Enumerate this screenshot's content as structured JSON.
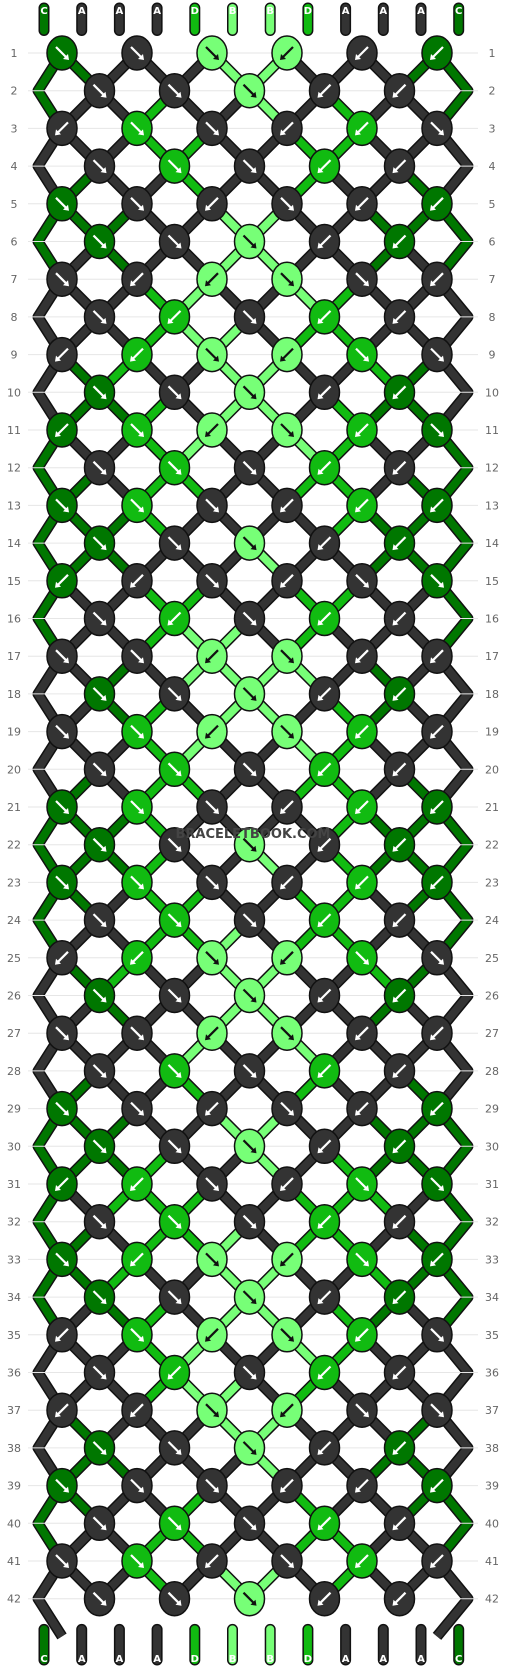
{
  "colors": {
    "A": "#333333",
    "B": "#77ff77",
    "C": "#007700",
    "D": "#11bb11"
  },
  "watermark": "BRACELETBOOK.COM",
  "top_strands": [
    "C",
    "A",
    "A",
    "A",
    "D",
    "B",
    "B",
    "D",
    "A",
    "A",
    "A",
    "C"
  ],
  "bottom_strands": [
    "C",
    "A",
    "A",
    "A",
    "D",
    "B",
    "B",
    "D",
    "A",
    "A",
    "A",
    "C"
  ],
  "row_numbers": [
    1,
    2,
    3,
    4,
    5,
    6,
    7,
    8,
    9,
    10,
    11,
    12,
    13,
    14,
    15,
    16,
    17,
    18,
    19,
    20,
    21,
    22,
    23,
    24,
    25,
    26,
    27,
    28,
    29,
    30,
    31,
    32,
    33,
    34,
    35,
    36,
    37,
    38,
    39,
    40,
    41,
    42
  ],
  "knot_rows": [
    {
      "row": 1,
      "knots": [
        {
          "c": "C",
          "d": "se"
        },
        {
          "c": "A",
          "d": "se"
        },
        {
          "c": "B",
          "d": "se"
        },
        {
          "c": "B",
          "d": "sw"
        },
        {
          "c": "A",
          "d": "sw"
        },
        {
          "c": "C",
          "d": "sw"
        }
      ]
    },
    {
      "row": 2,
      "knots": [
        {
          "c": "A",
          "d": "se"
        },
        {
          "c": "A",
          "d": "se"
        },
        {
          "c": "B",
          "d": "se"
        },
        {
          "c": "A",
          "d": "sw"
        },
        {
          "c": "A",
          "d": "sw"
        }
      ]
    },
    {
      "row": 3,
      "knots": [
        {
          "c": "A",
          "d": "sw"
        },
        {
          "c": "D",
          "d": "se"
        },
        {
          "c": "A",
          "d": "se"
        },
        {
          "c": "A",
          "d": "sw"
        },
        {
          "c": "D",
          "d": "sw"
        },
        {
          "c": "A",
          "d": "se"
        }
      ]
    },
    {
      "row": 4,
      "knots": [
        {
          "c": "A",
          "d": "se"
        },
        {
          "c": "D",
          "d": "se"
        },
        {
          "c": "A",
          "d": "se"
        },
        {
          "c": "D",
          "d": "sw"
        },
        {
          "c": "A",
          "d": "sw"
        }
      ]
    },
    {
      "row": 5,
      "knots": [
        {
          "c": "C",
          "d": "se"
        },
        {
          "c": "A",
          "d": "se"
        },
        {
          "c": "A",
          "d": "sw"
        },
        {
          "c": "A",
          "d": "se"
        },
        {
          "c": "A",
          "d": "sw"
        },
        {
          "c": "C",
          "d": "sw"
        }
      ]
    },
    {
      "row": 6,
      "knots": [
        {
          "c": "C",
          "d": "se"
        },
        {
          "c": "A",
          "d": "se"
        },
        {
          "c": "B",
          "d": "se"
        },
        {
          "c": "A",
          "d": "sw"
        },
        {
          "c": "C",
          "d": "sw"
        }
      ]
    },
    {
      "row": 7,
      "knots": [
        {
          "c": "A",
          "d": "se"
        },
        {
          "c": "A",
          "d": "sw"
        },
        {
          "c": "B",
          "d": "sw"
        },
        {
          "c": "B",
          "d": "se"
        },
        {
          "c": "A",
          "d": "se"
        },
        {
          "c": "A",
          "d": "sw"
        }
      ]
    },
    {
      "row": 8,
      "knots": [
        {
          "c": "A",
          "d": "se"
        },
        {
          "c": "D",
          "d": "sw"
        },
        {
          "c": "A",
          "d": "se"
        },
        {
          "c": "D",
          "d": "sw"
        },
        {
          "c": "A",
          "d": "sw"
        }
      ]
    },
    {
      "row": 9,
      "knots": [
        {
          "c": "A",
          "d": "sw"
        },
        {
          "c": "D",
          "d": "sw"
        },
        {
          "c": "B",
          "d": "se"
        },
        {
          "c": "B",
          "d": "sw"
        },
        {
          "c": "D",
          "d": "se"
        },
        {
          "c": "A",
          "d": "se"
        }
      ]
    },
    {
      "row": 10,
      "knots": [
        {
          "c": "C",
          "d": "se"
        },
        {
          "c": "A",
          "d": "se"
        },
        {
          "c": "B",
          "d": "se"
        },
        {
          "c": "A",
          "d": "sw"
        },
        {
          "c": "C",
          "d": "sw"
        }
      ]
    },
    {
      "row": 11,
      "knots": [
        {
          "c": "C",
          "d": "sw"
        },
        {
          "c": "D",
          "d": "se"
        },
        {
          "c": "B",
          "d": "sw"
        },
        {
          "c": "B",
          "d": "se"
        },
        {
          "c": "D",
          "d": "sw"
        },
        {
          "c": "C",
          "d": "se"
        }
      ]
    },
    {
      "row": 12,
      "knots": [
        {
          "c": "A",
          "d": "se"
        },
        {
          "c": "D",
          "d": "se"
        },
        {
          "c": "A",
          "d": "se"
        },
        {
          "c": "D",
          "d": "sw"
        },
        {
          "c": "A",
          "d": "sw"
        }
      ]
    },
    {
      "row": 13,
      "knots": [
        {
          "c": "C",
          "d": "se"
        },
        {
          "c": "D",
          "d": "se"
        },
        {
          "c": "A",
          "d": "se"
        },
        {
          "c": "A",
          "d": "sw"
        },
        {
          "c": "D",
          "d": "sw"
        },
        {
          "c": "C",
          "d": "sw"
        }
      ]
    },
    {
      "row": 14,
      "knots": [
        {
          "c": "C",
          "d": "se"
        },
        {
          "c": "A",
          "d": "se"
        },
        {
          "c": "B",
          "d": "se"
        },
        {
          "c": "A",
          "d": "sw"
        },
        {
          "c": "C",
          "d": "sw"
        }
      ]
    },
    {
      "row": 15,
      "knots": [
        {
          "c": "C",
          "d": "sw"
        },
        {
          "c": "A",
          "d": "sw"
        },
        {
          "c": "A",
          "d": "se"
        },
        {
          "c": "A",
          "d": "sw"
        },
        {
          "c": "A",
          "d": "se"
        },
        {
          "c": "C",
          "d": "se"
        }
      ]
    },
    {
      "row": 16,
      "knots": [
        {
          "c": "A",
          "d": "se"
        },
        {
          "c": "D",
          "d": "sw"
        },
        {
          "c": "A",
          "d": "se"
        },
        {
          "c": "D",
          "d": "sw"
        },
        {
          "c": "A",
          "d": "sw"
        }
      ]
    },
    {
      "row": 17,
      "knots": [
        {
          "c": "A",
          "d": "se"
        },
        {
          "c": "A",
          "d": "se"
        },
        {
          "c": "B",
          "d": "sw"
        },
        {
          "c": "B",
          "d": "se"
        },
        {
          "c": "A",
          "d": "sw"
        },
        {
          "c": "A",
          "d": "sw"
        }
      ]
    },
    {
      "row": 18,
      "knots": [
        {
          "c": "C",
          "d": "se"
        },
        {
          "c": "A",
          "d": "se"
        },
        {
          "c": "B",
          "d": "se"
        },
        {
          "c": "A",
          "d": "sw"
        },
        {
          "c": "C",
          "d": "sw"
        }
      ]
    },
    {
      "row": 19,
      "knots": [
        {
          "c": "A",
          "d": "se"
        },
        {
          "c": "D",
          "d": "se"
        },
        {
          "c": "B",
          "d": "sw"
        },
        {
          "c": "B",
          "d": "se"
        },
        {
          "c": "D",
          "d": "sw"
        },
        {
          "c": "A",
          "d": "sw"
        }
      ]
    },
    {
      "row": 20,
      "knots": [
        {
          "c": "A",
          "d": "se"
        },
        {
          "c": "D",
          "d": "se"
        },
        {
          "c": "A",
          "d": "se"
        },
        {
          "c": "D",
          "d": "sw"
        },
        {
          "c": "A",
          "d": "sw"
        }
      ]
    },
    {
      "row": 21,
      "knots": [
        {
          "c": "C",
          "d": "se"
        },
        {
          "c": "D",
          "d": "se"
        },
        {
          "c": "A",
          "d": "se"
        },
        {
          "c": "A",
          "d": "sw"
        },
        {
          "c": "D",
          "d": "sw"
        },
        {
          "c": "C",
          "d": "sw"
        }
      ]
    },
    {
      "row": 22,
      "knots": [
        {
          "c": "C",
          "d": "se"
        },
        {
          "c": "A",
          "d": "se"
        },
        {
          "c": "B",
          "d": "se"
        },
        {
          "c": "A",
          "d": "sw"
        },
        {
          "c": "C",
          "d": "sw"
        }
      ]
    },
    {
      "row": 23,
      "knots": [
        {
          "c": "C",
          "d": "se"
        },
        {
          "c": "D",
          "d": "se"
        },
        {
          "c": "A",
          "d": "se"
        },
        {
          "c": "A",
          "d": "sw"
        },
        {
          "c": "D",
          "d": "sw"
        },
        {
          "c": "C",
          "d": "sw"
        }
      ]
    },
    {
      "row": 24,
      "knots": [
        {
          "c": "A",
          "d": "se"
        },
        {
          "c": "D",
          "d": "se"
        },
        {
          "c": "A",
          "d": "se"
        },
        {
          "c": "D",
          "d": "sw"
        },
        {
          "c": "A",
          "d": "sw"
        }
      ]
    },
    {
      "row": 25,
      "knots": [
        {
          "c": "A",
          "d": "sw"
        },
        {
          "c": "D",
          "d": "sw"
        },
        {
          "c": "B",
          "d": "se"
        },
        {
          "c": "B",
          "d": "sw"
        },
        {
          "c": "D",
          "d": "se"
        },
        {
          "c": "A",
          "d": "se"
        }
      ]
    },
    {
      "row": 26,
      "knots": [
        {
          "c": "C",
          "d": "se"
        },
        {
          "c": "A",
          "d": "se"
        },
        {
          "c": "B",
          "d": "se"
        },
        {
          "c": "A",
          "d": "sw"
        },
        {
          "c": "C",
          "d": "sw"
        }
      ]
    },
    {
      "row": 27,
      "knots": [
        {
          "c": "A",
          "d": "se"
        },
        {
          "c": "A",
          "d": "se"
        },
        {
          "c": "B",
          "d": "sw"
        },
        {
          "c": "B",
          "d": "se"
        },
        {
          "c": "A",
          "d": "sw"
        },
        {
          "c": "A",
          "d": "sw"
        }
      ]
    },
    {
      "row": 28,
      "knots": [
        {
          "c": "A",
          "d": "se"
        },
        {
          "c": "D",
          "d": "se"
        },
        {
          "c": "A",
          "d": "se"
        },
        {
          "c": "D",
          "d": "sw"
        },
        {
          "c": "A",
          "d": "sw"
        }
      ]
    },
    {
      "row": 29,
      "knots": [
        {
          "c": "C",
          "d": "se"
        },
        {
          "c": "A",
          "d": "se"
        },
        {
          "c": "A",
          "d": "sw"
        },
        {
          "c": "A",
          "d": "se"
        },
        {
          "c": "A",
          "d": "sw"
        },
        {
          "c": "C",
          "d": "sw"
        }
      ]
    },
    {
      "row": 30,
      "knots": [
        {
          "c": "C",
          "d": "se"
        },
        {
          "c": "A",
          "d": "se"
        },
        {
          "c": "B",
          "d": "se"
        },
        {
          "c": "A",
          "d": "sw"
        },
        {
          "c": "C",
          "d": "sw"
        }
      ]
    },
    {
      "row": 31,
      "knots": [
        {
          "c": "C",
          "d": "sw"
        },
        {
          "c": "D",
          "d": "sw"
        },
        {
          "c": "A",
          "d": "se"
        },
        {
          "c": "A",
          "d": "sw"
        },
        {
          "c": "D",
          "d": "se"
        },
        {
          "c": "C",
          "d": "se"
        }
      ]
    },
    {
      "row": 32,
      "knots": [
        {
          "c": "A",
          "d": "se"
        },
        {
          "c": "D",
          "d": "se"
        },
        {
          "c": "A",
          "d": "se"
        },
        {
          "c": "D",
          "d": "sw"
        },
        {
          "c": "A",
          "d": "sw"
        }
      ]
    },
    {
      "row": 33,
      "knots": [
        {
          "c": "C",
          "d": "se"
        },
        {
          "c": "D",
          "d": "sw"
        },
        {
          "c": "B",
          "d": "se"
        },
        {
          "c": "B",
          "d": "sw"
        },
        {
          "c": "D",
          "d": "se"
        },
        {
          "c": "C",
          "d": "sw"
        }
      ]
    },
    {
      "row": 34,
      "knots": [
        {
          "c": "C",
          "d": "se"
        },
        {
          "c": "A",
          "d": "se"
        },
        {
          "c": "B",
          "d": "se"
        },
        {
          "c": "A",
          "d": "sw"
        },
        {
          "c": "C",
          "d": "sw"
        }
      ]
    },
    {
      "row": 35,
      "knots": [
        {
          "c": "A",
          "d": "sw"
        },
        {
          "c": "D",
          "d": "se"
        },
        {
          "c": "B",
          "d": "sw"
        },
        {
          "c": "B",
          "d": "se"
        },
        {
          "c": "D",
          "d": "sw"
        },
        {
          "c": "A",
          "d": "se"
        }
      ]
    },
    {
      "row": 36,
      "knots": [
        {
          "c": "A",
          "d": "se"
        },
        {
          "c": "D",
          "d": "sw"
        },
        {
          "c": "A",
          "d": "se"
        },
        {
          "c": "D",
          "d": "sw"
        },
        {
          "c": "A",
          "d": "sw"
        }
      ]
    },
    {
      "row": 37,
      "knots": [
        {
          "c": "A",
          "d": "sw"
        },
        {
          "c": "A",
          "d": "sw"
        },
        {
          "c": "B",
          "d": "se"
        },
        {
          "c": "B",
          "d": "sw"
        },
        {
          "c": "A",
          "d": "se"
        },
        {
          "c": "A",
          "d": "se"
        }
      ]
    },
    {
      "row": 38,
      "knots": [
        {
          "c": "C",
          "d": "se"
        },
        {
          "c": "A",
          "d": "se"
        },
        {
          "c": "B",
          "d": "se"
        },
        {
          "c": "A",
          "d": "sw"
        },
        {
          "c": "C",
          "d": "sw"
        }
      ]
    },
    {
      "row": 39,
      "knots": [
        {
          "c": "C",
          "d": "se"
        },
        {
          "c": "A",
          "d": "se"
        },
        {
          "c": "A",
          "d": "se"
        },
        {
          "c": "A",
          "d": "sw"
        },
        {
          "c": "A",
          "d": "sw"
        },
        {
          "c": "C",
          "d": "sw"
        }
      ]
    },
    {
      "row": 40,
      "knots": [
        {
          "c": "A",
          "d": "se"
        },
        {
          "c": "D",
          "d": "se"
        },
        {
          "c": "A",
          "d": "se"
        },
        {
          "c": "D",
          "d": "sw"
        },
        {
          "c": "A",
          "d": "sw"
        }
      ]
    },
    {
      "row": 41,
      "knots": [
        {
          "c": "A",
          "d": "se"
        },
        {
          "c": "D",
          "d": "se"
        },
        {
          "c": "A",
          "d": "sw"
        },
        {
          "c": "A",
          "d": "se"
        },
        {
          "c": "D",
          "d": "sw"
        },
        {
          "c": "A",
          "d": "sw"
        }
      ]
    },
    {
      "row": 42,
      "knots": [
        {
          "c": "A",
          "d": "se"
        },
        {
          "c": "A",
          "d": "se"
        },
        {
          "c": "B",
          "d": "se"
        },
        {
          "c": "A",
          "d": "sw"
        },
        {
          "c": "A",
          "d": "sw"
        }
      ]
    }
  ]
}
